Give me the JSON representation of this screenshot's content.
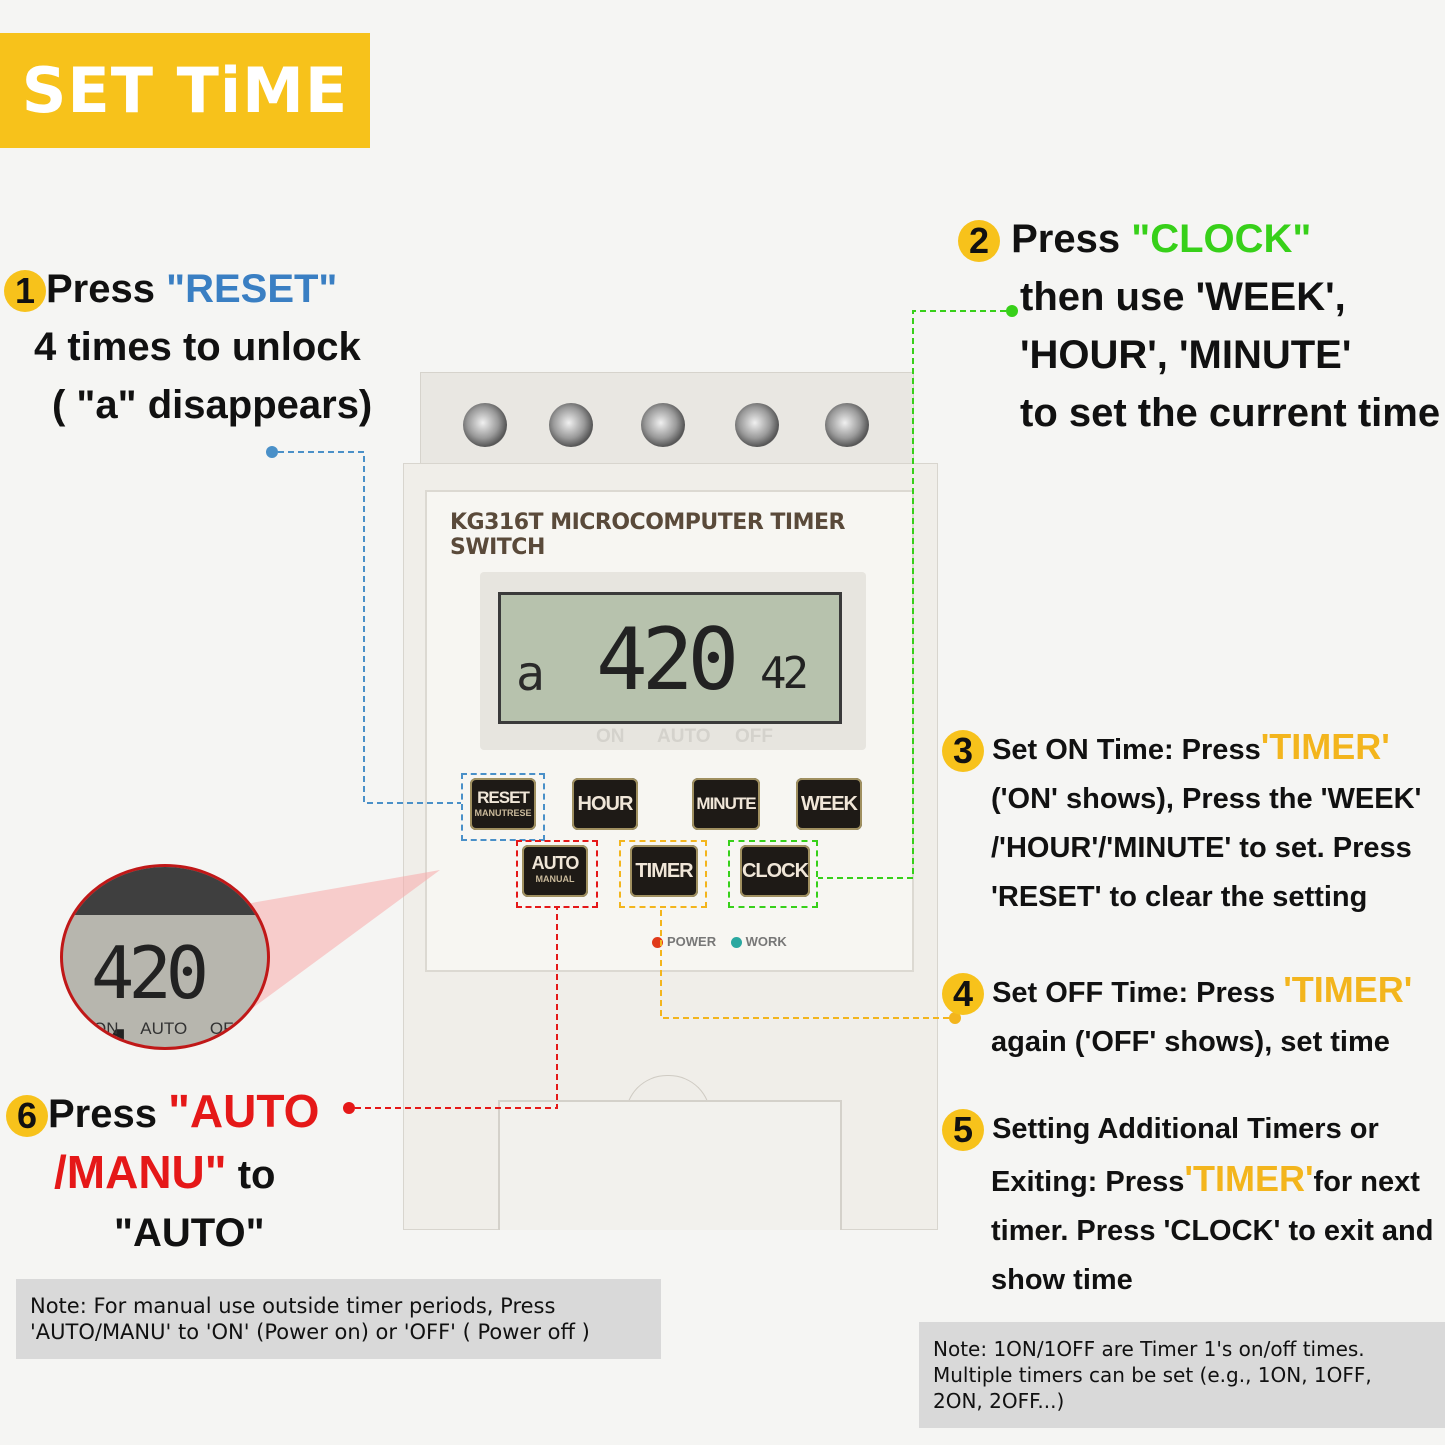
{
  "banner": "SET TiME",
  "device": {
    "model": "KG316T  MICROCOMPUTER TIMER SWITCH",
    "lcd": {
      "prefix": "a",
      "time": "420",
      "seconds": "42"
    },
    "lcd_labels": [
      "ON",
      "AUTO",
      "OFF"
    ],
    "buttons": {
      "reset": "RESET",
      "reset_sub": "MANUTRESE",
      "hour": "HOUR",
      "minute": "MINUTE",
      "week": "WEEK",
      "auto": "AUTO",
      "auto_sub": "MANUAL",
      "timer": "TIMER",
      "clock": "CLOCK"
    },
    "leds": {
      "power": "POWER",
      "work": "WORK",
      "power_color": "#e03a1a",
      "work_color": "#2aa8a0"
    }
  },
  "zoom": {
    "digits": "420 4",
    "labels": "ON AUTO OF"
  },
  "steps": {
    "s1": {
      "num": "1",
      "lead": "Press ",
      "key": "\"RESET\"",
      "line2": "4 times to unlock",
      "line3": "( \"a\" disappears)"
    },
    "s2": {
      "num": "2",
      "lead": "Press ",
      "key": "\"CLOCK\"",
      "line2": "then use 'WEEK',",
      "line3": "'HOUR', 'MINUTE'",
      "line4": "to set the current time"
    },
    "s3": {
      "num": "3",
      "lead": "Set ON Time: Press",
      "key": "'TIMER'",
      "line2": "('ON' shows), Press the 'WEEK'",
      "line3": "/'HOUR'/'MINUTE' to set. Press",
      "line4": "'RESET' to clear the setting"
    },
    "s4": {
      "num": "4",
      "lead": "Set OFF Time: Press ",
      "key": "'TIMER'",
      "line2": "again ('OFF' shows), set time"
    },
    "s5": {
      "num": "5",
      "line1": "Setting Additional Timers or",
      "lead": "Exiting: Press",
      "key": "'TIMER'",
      "tail": "for next",
      "line3": "timer. Press 'CLOCK' to exit and",
      "line4": "show time"
    },
    "s6": {
      "num": "6",
      "lead": "Press ",
      "key1": "\"AUTO",
      "key2": "/MANU\"",
      "mid": " to",
      "line3": "\"AUTO\""
    }
  },
  "notes": {
    "left": [
      "Note: For manual use outside timer periods, Press",
      "'AUTO/MANU' to 'ON' (Power on) or 'OFF' ( Power off )"
    ],
    "right": [
      "Note: 1ON/1OFF are Timer 1's on/off times.",
      "Multiple timers can be set (e.g., 1ON, 1OFF,",
      "2ON, 2OFF...)"
    ]
  },
  "colors": {
    "yellow": "#f7c21b",
    "blue": "#3a7fc3",
    "green": "#37d019",
    "orange": "#f3b51d",
    "red": "#e51818"
  }
}
